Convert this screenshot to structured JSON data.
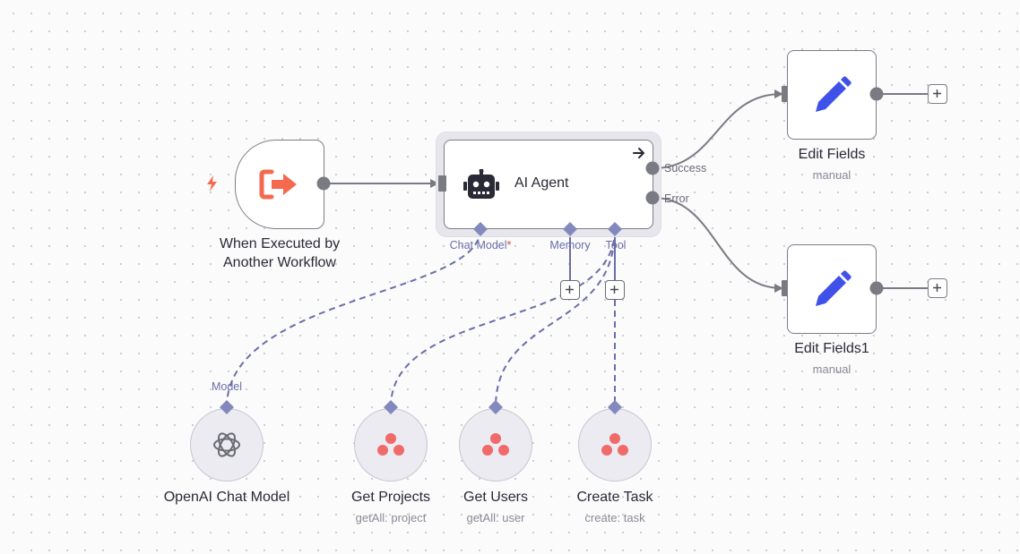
{
  "nodes": {
    "trigger": {
      "title_line1": "When Executed by",
      "title_line2": "Another Workflow"
    },
    "agent": {
      "title": "AI Agent",
      "outputs": {
        "success": "Success",
        "error": "Error"
      },
      "ports": {
        "chat_model": "Chat Model",
        "chat_model_required": "*",
        "memory": "Memory",
        "tool": "Tool"
      }
    },
    "edit1": {
      "title": "Edit Fields",
      "subtitle": "manual"
    },
    "edit2": {
      "title": "Edit Fields1",
      "subtitle": "manual"
    },
    "openai": {
      "title": "OpenAI Chat Model",
      "port_label": "Model"
    },
    "get_projects": {
      "title": "Get Projects",
      "subtitle": "getAll: project"
    },
    "get_users": {
      "title": "Get Users",
      "subtitle": "getAll: user"
    },
    "create_task": {
      "title": "Create Task",
      "subtitle": "create: task"
    }
  },
  "colors": {
    "trigger_icon": "#f56a4f",
    "lightning": "#f56a4f",
    "edit_icon": "#3f51e8",
    "asana_dot": "#f06a6a",
    "connection": "#7a7a82",
    "sub_connection": "#6a6fa8",
    "port_diamond": "#8389bd"
  },
  "icons": {
    "trigger": "sign-out-arrow-icon",
    "lightning": "lightning-bolt-icon",
    "agent": "robot-icon",
    "agent_arrow": "arrow-right-icon",
    "edit": "pencil-icon",
    "openai": "openai-logo-icon",
    "asana": "asana-logo-icon",
    "plus": "plus-icon"
  }
}
